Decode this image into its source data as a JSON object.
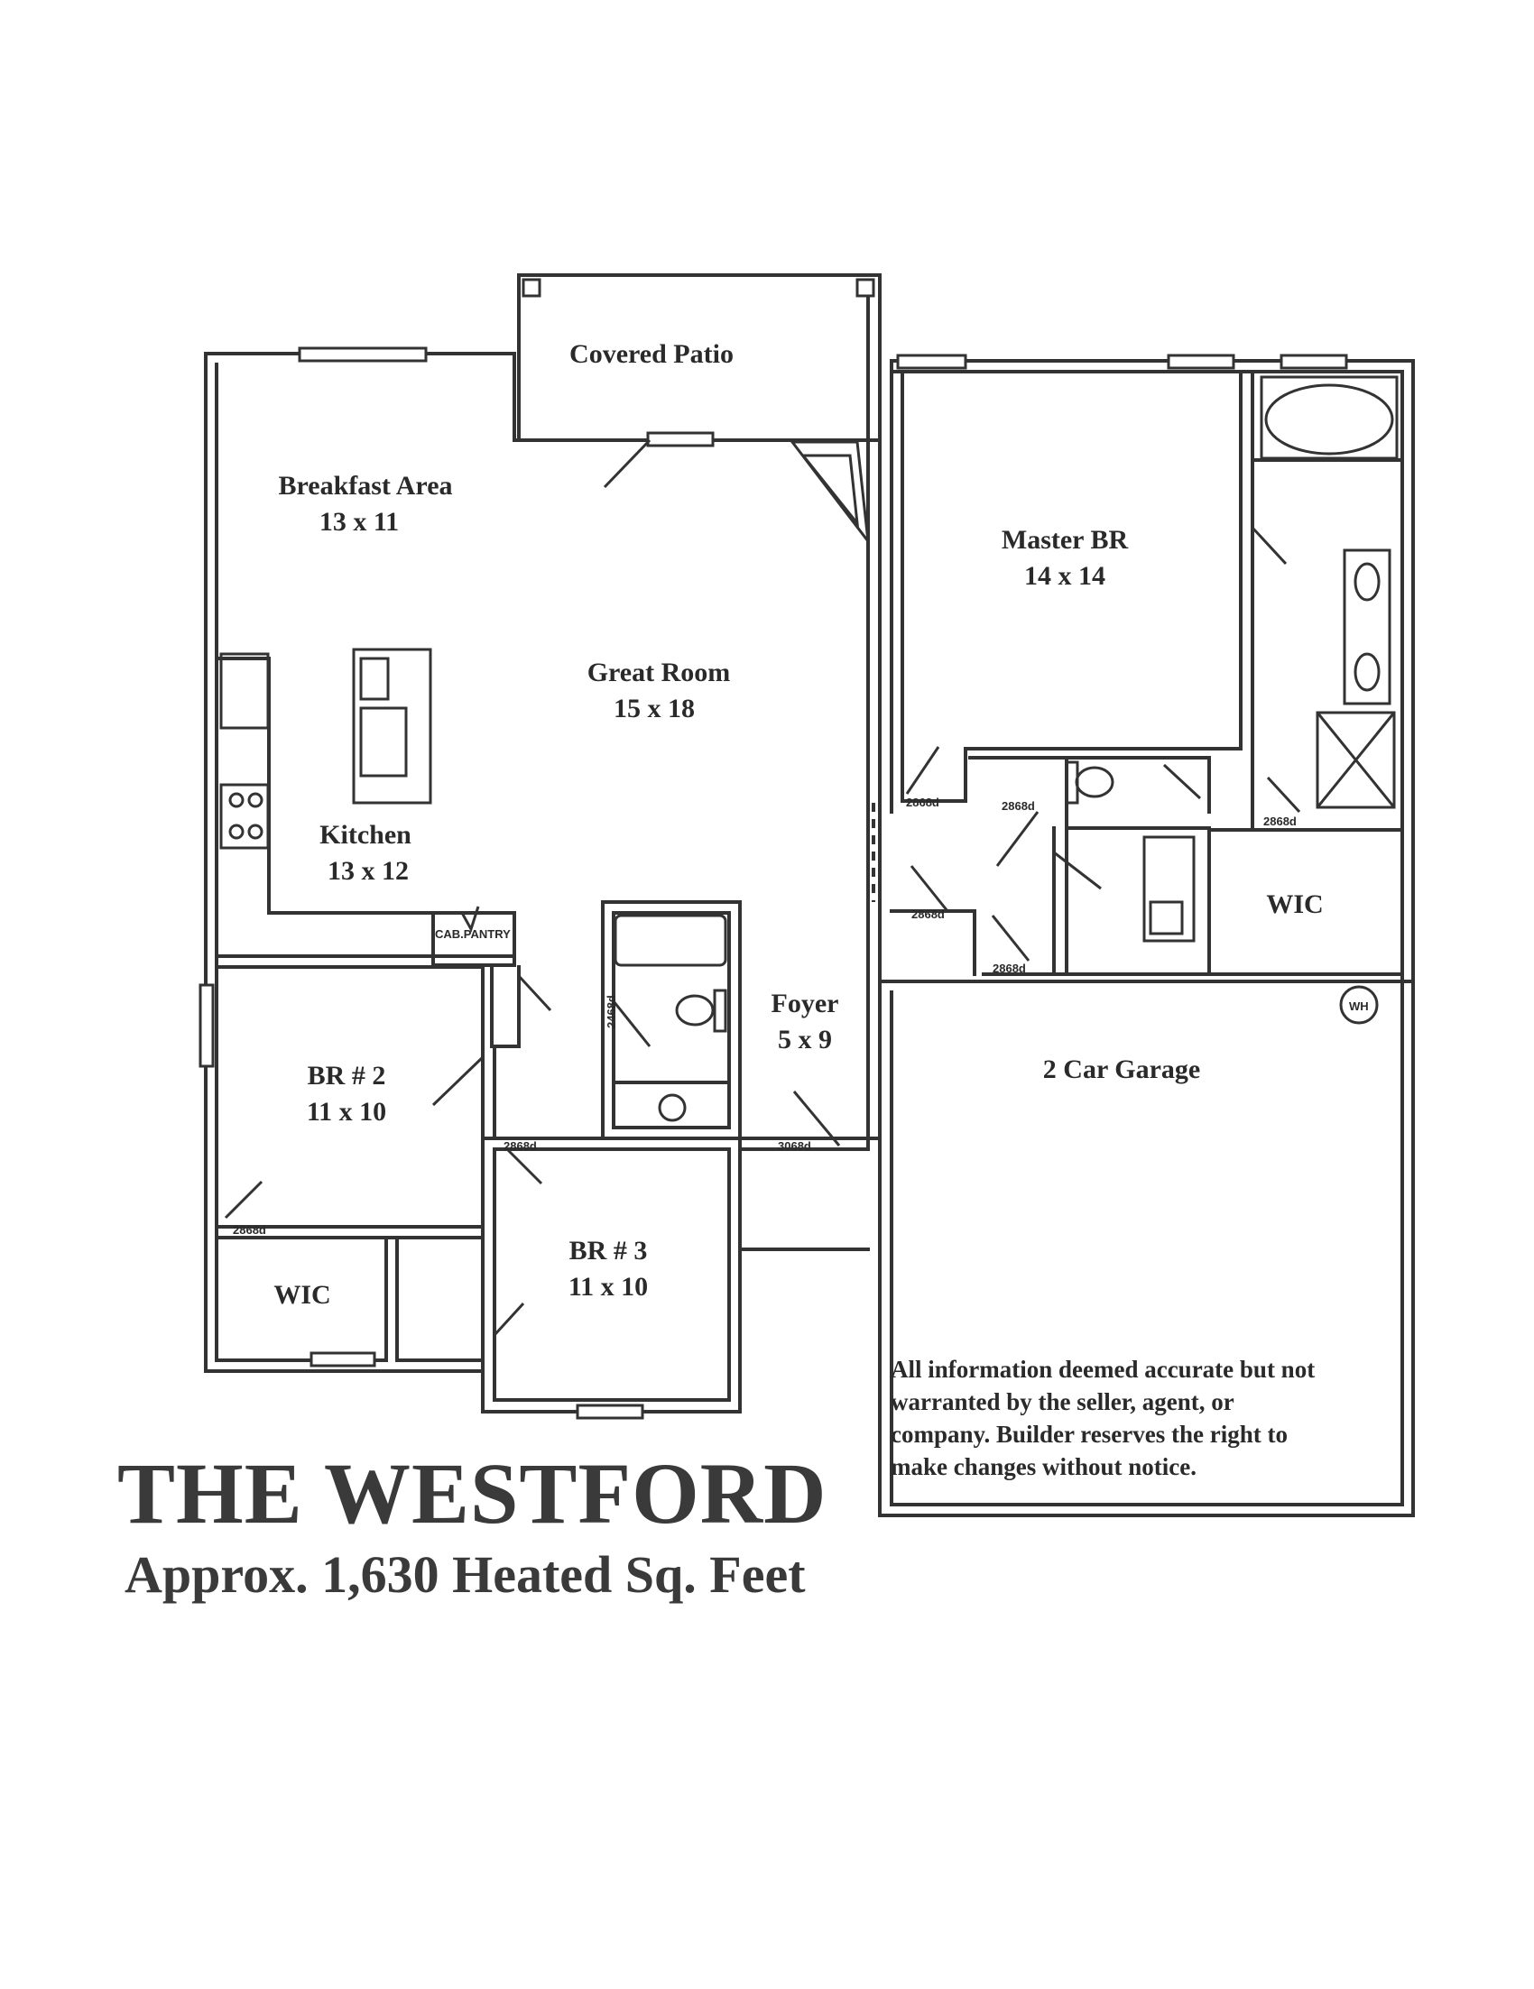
{
  "rooms": {
    "covered_patio": {
      "name": "Covered Patio"
    },
    "breakfast_area": {
      "name": "Breakfast Area",
      "size": "13 x 11"
    },
    "master_br": {
      "name": "Master BR",
      "size": "14 x 14"
    },
    "great_room": {
      "name": "Great Room",
      "size": "15 x 18"
    },
    "kitchen": {
      "name": "Kitchen",
      "size": "13 x 12"
    },
    "wic_master": {
      "name": "WIC"
    },
    "foyer": {
      "name": "Foyer",
      "size": "5 x 9"
    },
    "garage": {
      "name": "2 Car Garage"
    },
    "br2": {
      "name": "BR # 2",
      "size": "11 x 10"
    },
    "br3": {
      "name": "BR # 3",
      "size": "11 x 10"
    },
    "wic_br2": {
      "name": "WIC"
    }
  },
  "labels": {
    "cab_pantry": "CAB.PANTRY",
    "water_heater": "WH",
    "door_2868_a": "2868d",
    "door_2868_b": "2868d",
    "door_2868_c": "2868d",
    "door_2868_d": "2868d",
    "door_2868_e": "2868d",
    "door_2868_f": "2868d",
    "door_2868_g": "2868d",
    "door_2468": "2468d",
    "door_3068": "3068d"
  },
  "disclaimer": {
    "line1": "All information deemed accurate but not",
    "line2": "warranted by the seller, agent, or",
    "line3": "company.  Builder reserves the right to",
    "line4": "make changes without notice."
  },
  "title": "THE WESTFORD",
  "subtitle": "Approx. 1,630 Heated Sq. Feet"
}
